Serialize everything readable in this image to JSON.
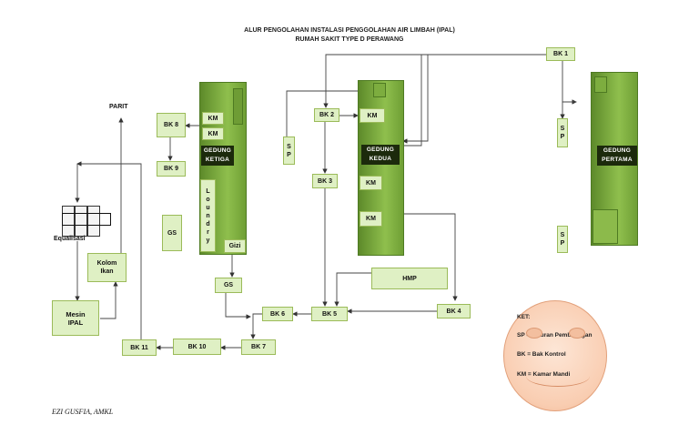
{
  "title": {
    "line1": "ALUR PENGOLAHAN INSTALASI PENGGOLAHAN AIR LIMBAH (IPAL)",
    "line2": "RUMAH SAKIT TYPE D PERAWANG"
  },
  "buildings": {
    "ketiga": "GEDUNG\nKETIGA",
    "kedua": "GEDUNG\nKEDUA",
    "pertama": "GEDUNG\nPERTAMA"
  },
  "boxes": {
    "bk1": "BK 1",
    "bk2": "BK 2",
    "bk3": "BK 3",
    "bk4": "BK 4",
    "bk5": "BK 5",
    "bk6": "BK 6",
    "bk7": "BK 7",
    "bk8": "BK 8",
    "bk9": "BK 9",
    "bk10": "BK 10",
    "bk11": "BK 11",
    "km_ketiga_1": "KM",
    "km_ketiga_2": "KM",
    "km_kedua_1": "KM",
    "km_kedua_2": "KM",
    "km_kedua_3": "KM",
    "gs_left": "GS",
    "gs_bottom": "GS",
    "gizi": "Gizi",
    "hmp": "HMP",
    "kolom_ikan": "Kolom\nIkan",
    "mesin_ipal": "Mesin\nIPAL",
    "loundry": "L\no\nu\nn\nd\nr\ny",
    "sp_kedua": "S\nP",
    "sp_pertama_1": "S\nP",
    "sp_pertama_2": "S\nP"
  },
  "labels": {
    "parit": "PARIT",
    "equalisasi": "Equalisasi"
  },
  "legend": {
    "title": "KET:",
    "sp": "SP = Saluran Pembuangan",
    "bk": "BK = Bak Kontrol",
    "km": "KM = Kamar Mandi"
  },
  "author": "EZI GUSFIA, AMKL"
}
